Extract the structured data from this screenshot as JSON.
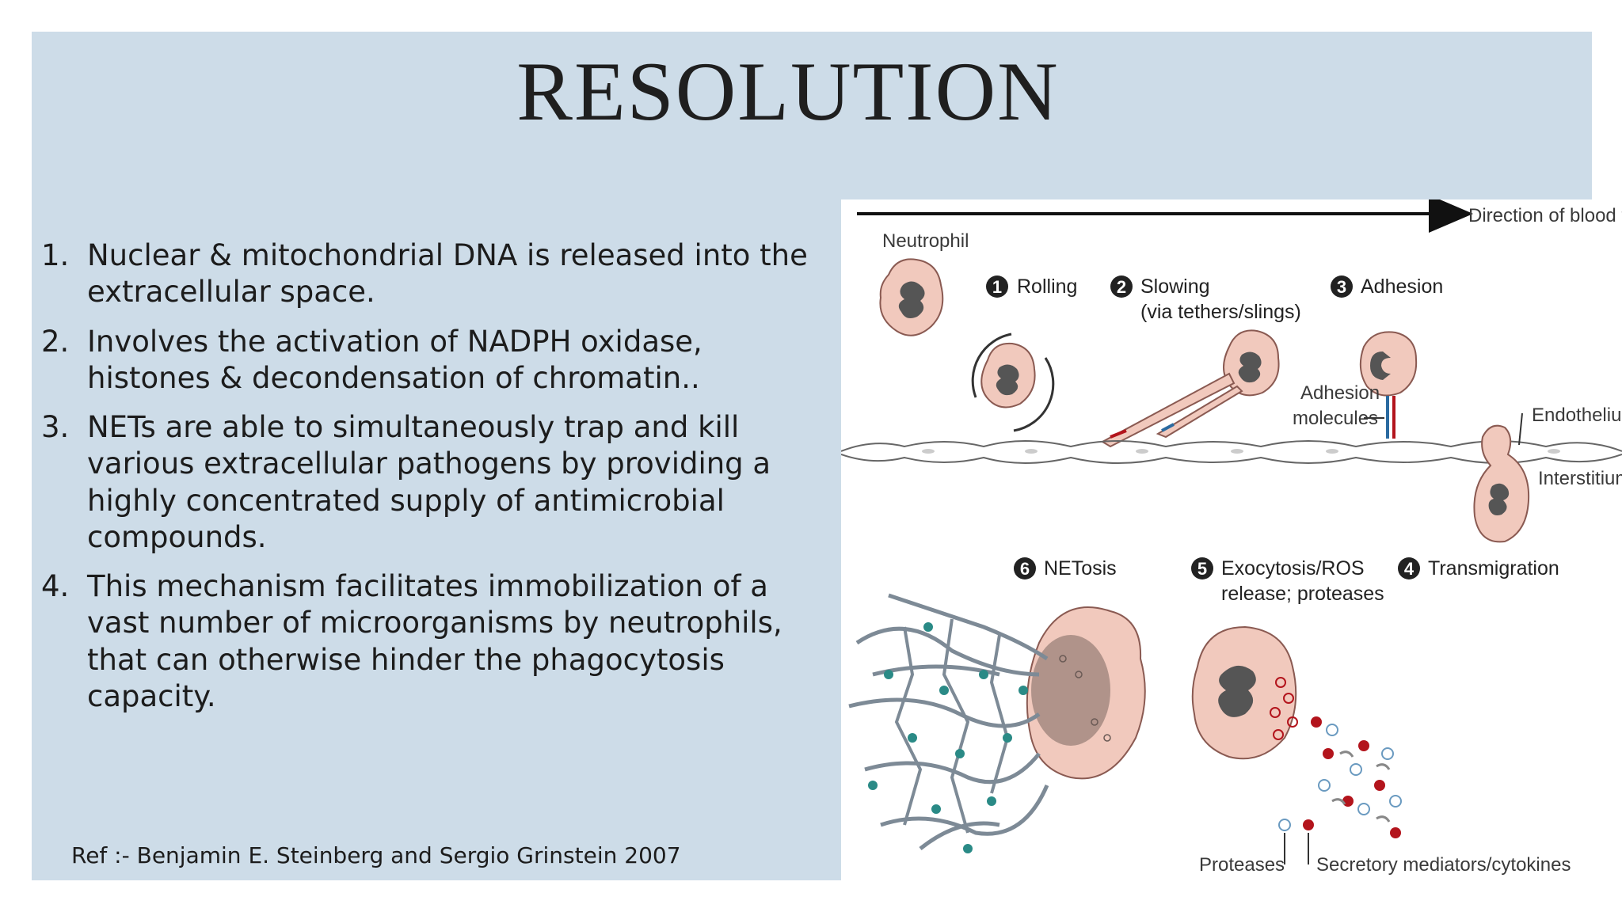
{
  "slide": {
    "title": "RESOLUTION",
    "points": [
      {
        "number": "1.",
        "text": "Nuclear & mitochondrial DNA is released into the extracellular space."
      },
      {
        "number": "2.",
        "text": "Involves the activation of NADPH oxidase, histones & decondensation of chromatin.."
      },
      {
        "number": "3.",
        "text": "NETs are able to simultaneously trap and kill various extracellular pathogens by providing a highly concentrated supply of antimicrobial compounds."
      },
      {
        "number": "4.",
        "text": " This mechanism facilitates immobilization of a vast number of microorganisms by neutrophils, that can otherwise hinder the phagocytosis capacity."
      }
    ],
    "reference": "Ref :- Benjamin E. Steinberg and Sergio Grinstein 2007"
  },
  "figure": {
    "blood_flow_label": "Direction of blood flow",
    "neutrophil_label": "Neutrophil",
    "steps": [
      {
        "num": "1",
        "label": "Rolling"
      },
      {
        "num": "2",
        "label": "Slowing",
        "sublabel": "(via tethers/slings)"
      },
      {
        "num": "3",
        "label": "Adhesion"
      },
      {
        "num": "4",
        "label": "Transmigration"
      },
      {
        "num": "5",
        "label": "Exocytosis/ROS",
        "sublabel": "release; proteases"
      },
      {
        "num": "6",
        "label": "NETosis"
      }
    ],
    "adhesion_molecules_line1": "Adhesion",
    "adhesion_molecules_line2": "molecules",
    "endothelium_label": "Endothelium",
    "interstitium_label": "Interstitium",
    "proteases_label": "Proteases",
    "secretory_label": "Secretory mediators/cytokines",
    "colors": {
      "cell_fill": "#f1c9bd",
      "cell_stroke": "#8a5a52",
      "nucleus": "#555555",
      "net_strands": "#7d8a96",
      "net_beads": "#2a8a86",
      "granule_red": "#b3141c",
      "granule_blue": "#9cc0d8"
    }
  }
}
